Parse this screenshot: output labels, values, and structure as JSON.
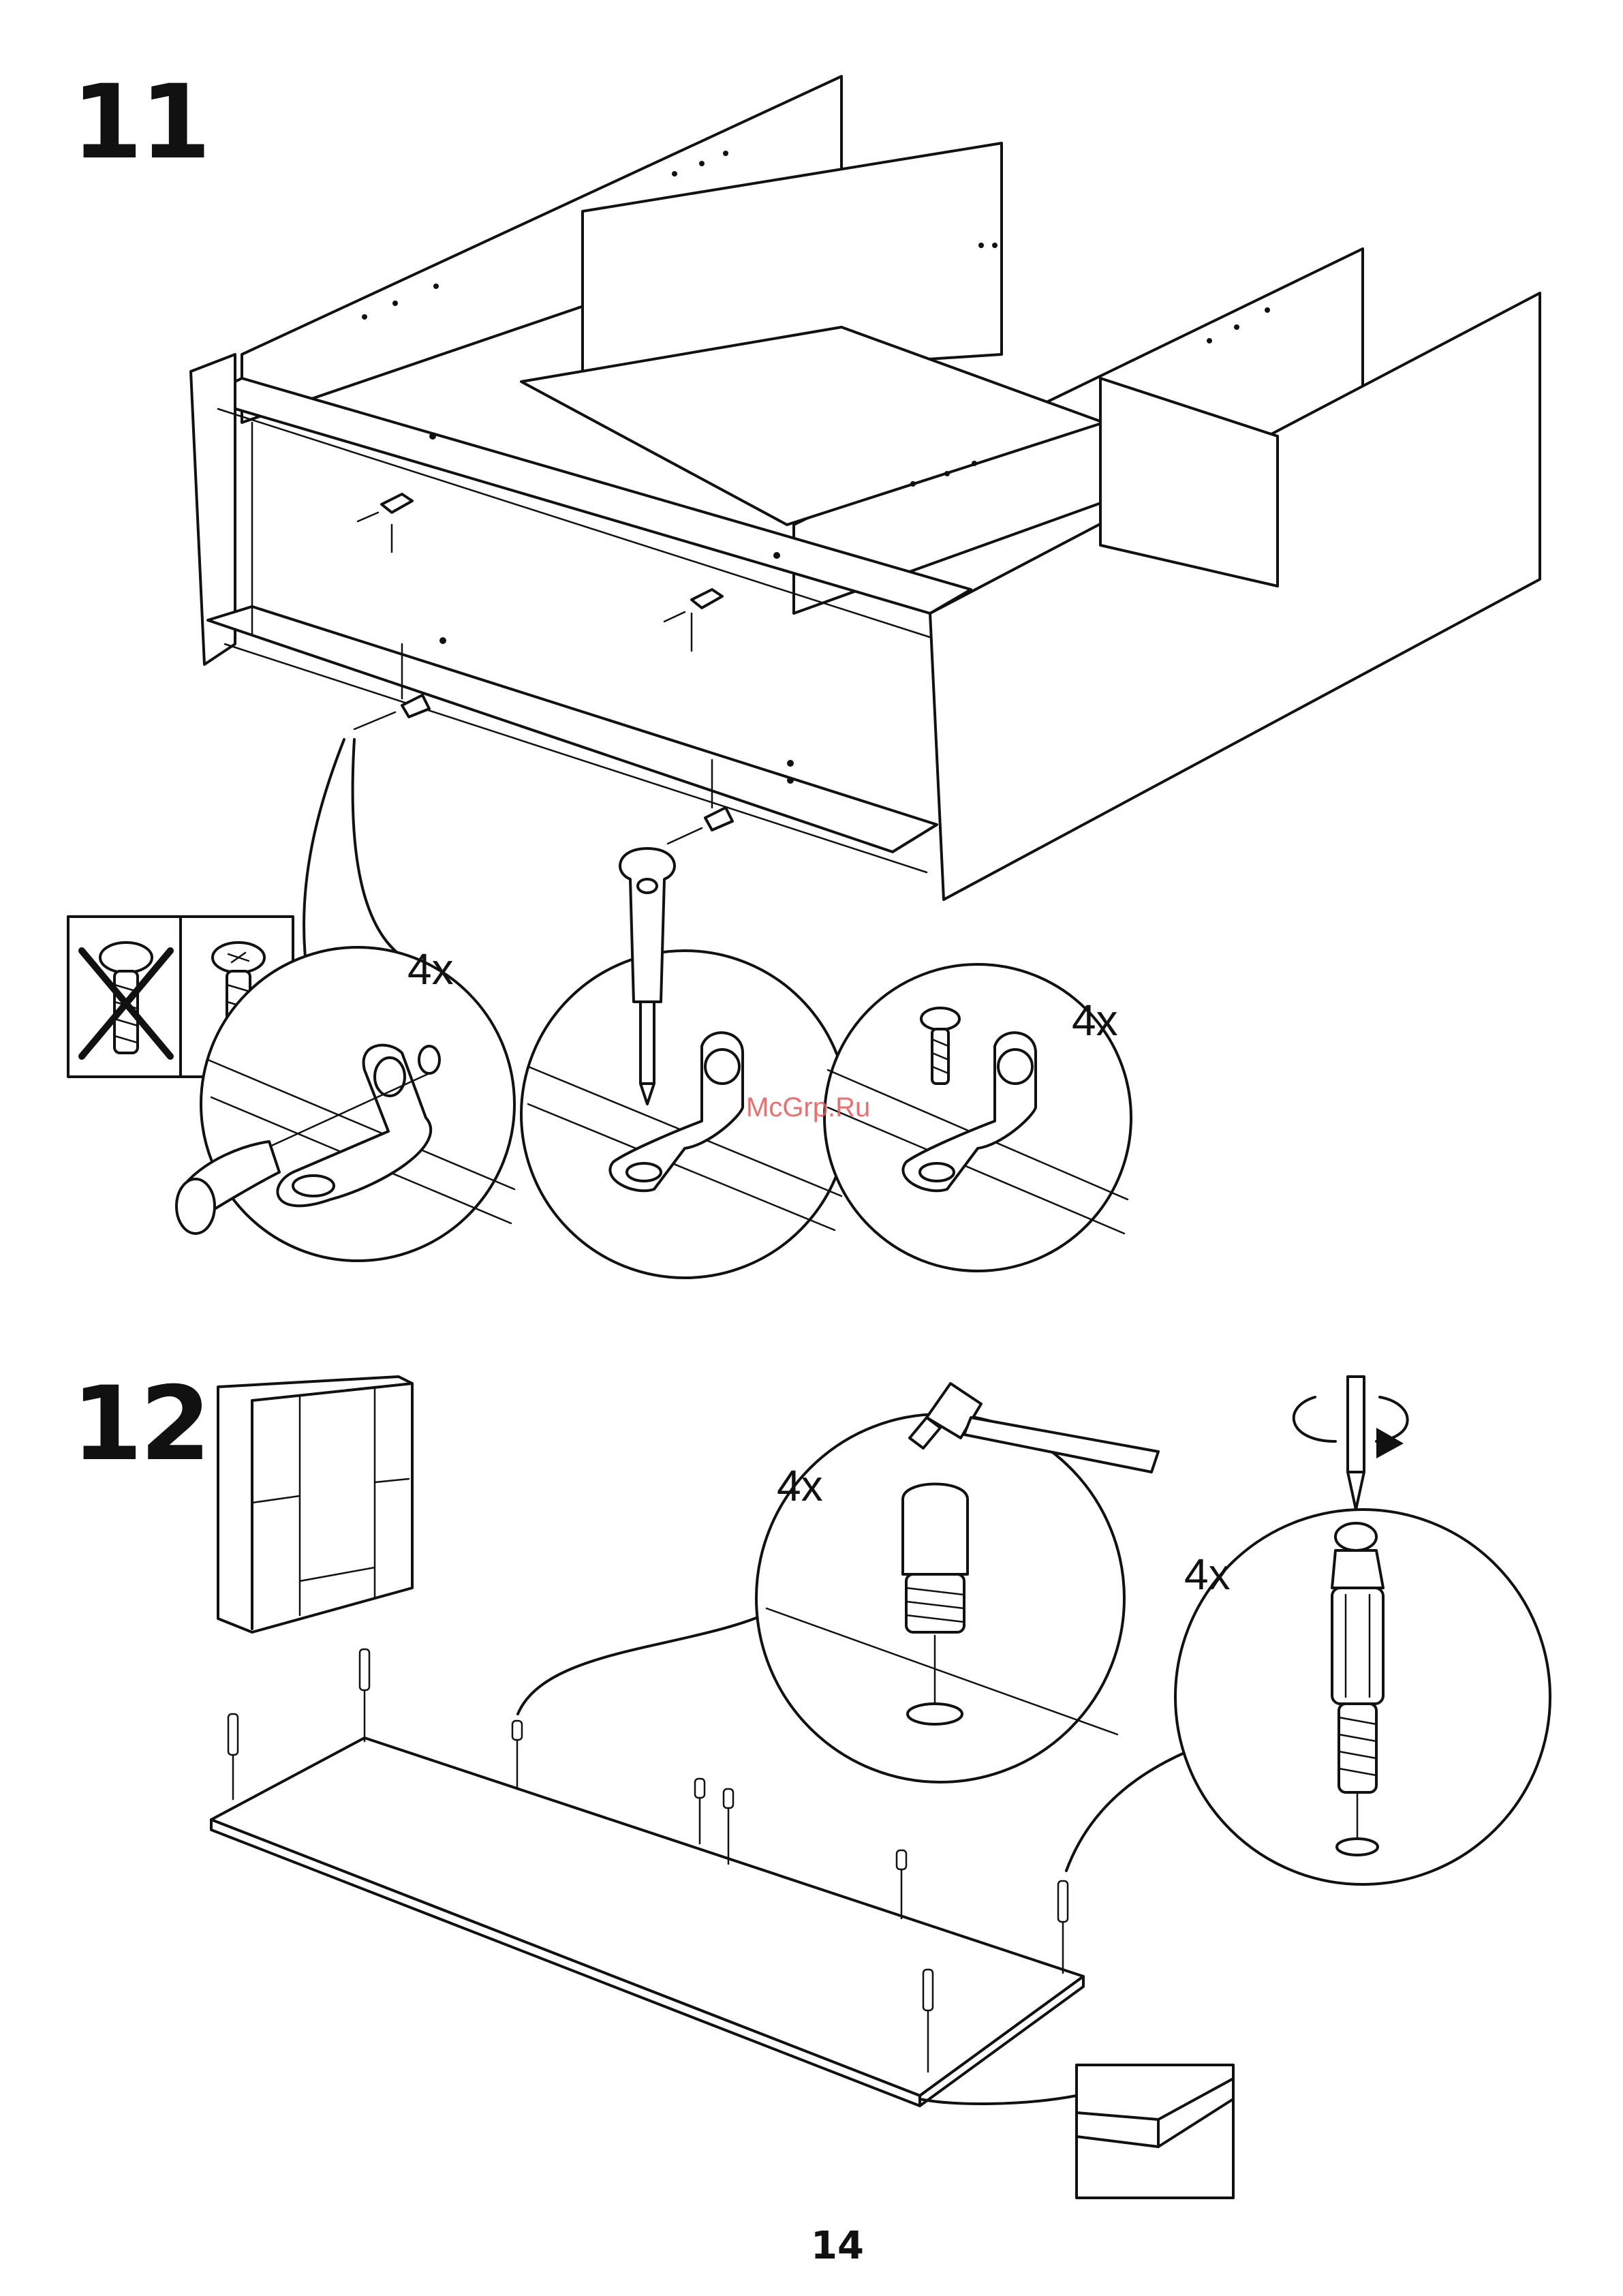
{
  "steps": [
    {
      "number": "11",
      "quantity_labels": [
        "4x",
        "4x"
      ]
    },
    {
      "number": "12",
      "quantity_labels": [
        "4x",
        "4x"
      ]
    }
  ],
  "watermark": "McGrp.Ru",
  "page_number": "14",
  "icons": {
    "wrong_screw": "crossed-out-screw-icon",
    "correct_screw": "screw-icon",
    "screwdriver": "screwdriver-icon",
    "hammer": "hammer-icon",
    "rotation": "clockwise-rotation-icon"
  }
}
